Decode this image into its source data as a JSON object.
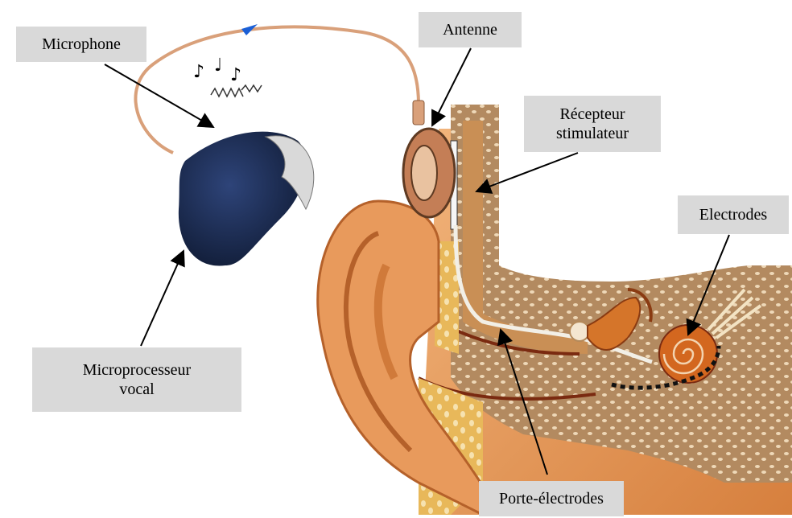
{
  "labels": {
    "microphone": "Microphone",
    "antenne": "Antenne",
    "recepteur_line1": "Récepteur",
    "recepteur_line2": "stimulateur",
    "electrodes": "Electrodes",
    "microprocesseur_line1": "Microprocesseur",
    "microprocesseur_line2": "vocal",
    "porte_electrodes": "Porte-électrodes"
  },
  "colors": {
    "label_bg": "#d9d9d9",
    "processor": "#1b2b4f",
    "skin": "#e9a56a",
    "skin_dark": "#c9743a",
    "bone": "#b38a60",
    "bone_spots": "#eed8b8",
    "cable": "#d9a07a",
    "arrow_tip": "#1a5fd6",
    "electrode_lead": "#f2efe6",
    "cochlea": "#d3671f"
  }
}
